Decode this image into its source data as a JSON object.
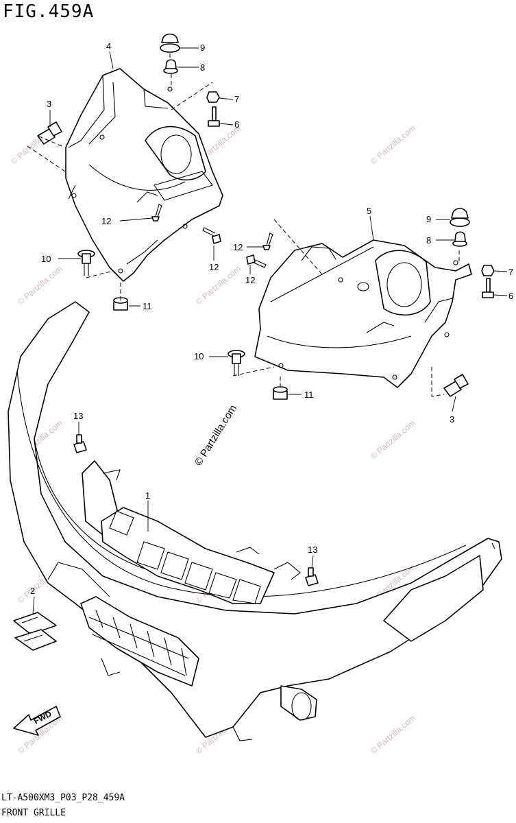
{
  "figure": {
    "title": "FIG.459A",
    "code": "LT-A500XM3_P03_P28_459A",
    "name": "FRONT GRILLE"
  },
  "watermark": {
    "text": "© Partzilla.com",
    "color": "#d9b9b9"
  },
  "fwd_arrow": {
    "label": "FWD"
  },
  "callouts": {
    "c1": "1",
    "c2": "2",
    "c3a": "3",
    "c3b": "3",
    "c4": "4",
    "c5": "5",
    "c6a": "6",
    "c6b": "6",
    "c7a": "7",
    "c7b": "7",
    "c8a": "8",
    "c8b": "8",
    "c9a": "9",
    "c9b": "9",
    "c10a": "10",
    "c10b": "10",
    "c11a": "11",
    "c11b": "11",
    "c12a": "12",
    "c12b": "12",
    "c12c": "12",
    "c12d": "12",
    "c13a": "13",
    "c13b": "13"
  }
}
